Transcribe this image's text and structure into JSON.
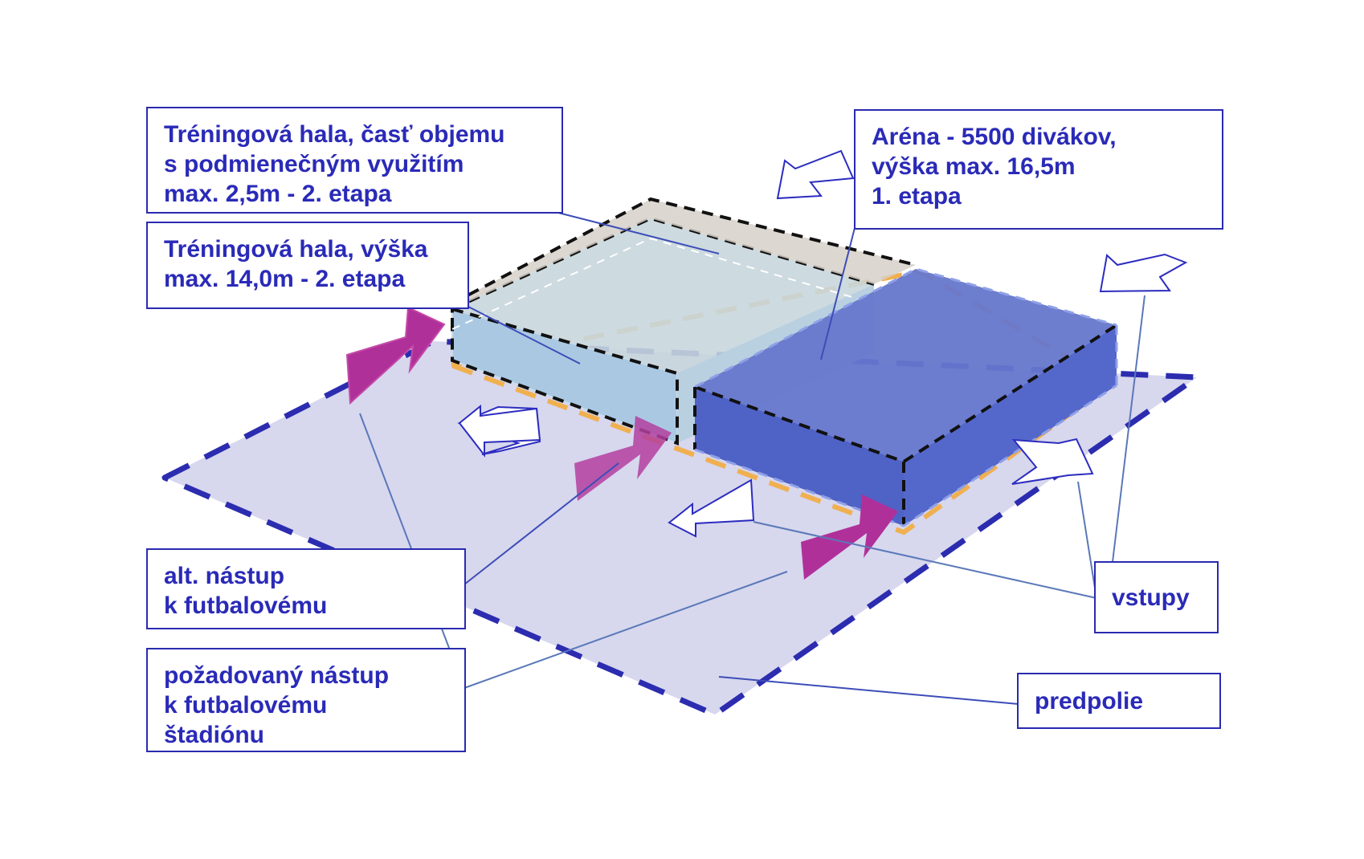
{
  "labels": {
    "training_roof": [
      "Tréningová hala, časť objemu",
      "s podmienečným využitím",
      "max. 2,5m - 2. etapa"
    ],
    "training_height": [
      "Tréningová hala, výška",
      "max. 14,0m - 2. etapa"
    ],
    "arena": [
      "Aréna - 5500 divákov,",
      "výška max. 16,5m",
      "1. etapa"
    ],
    "alt_access": [
      "alt. nástup",
      "k futbalovému"
    ],
    "required_access": [
      "požadovaný nástup",
      "k futbalovému",
      "štadiónu"
    ],
    "entrances": "vstupy",
    "forecourt": "predpolie"
  },
  "colors": {
    "label_text": "#2a2ab8",
    "label_border": "#2a2ab0",
    "forecourt_fill": "#d7d7ee",
    "forecourt_border": "#2c2cb0",
    "arena_fill": "#5566c8",
    "training_fill": "#9cc0de",
    "training_roof_fill": "#d6d0c8",
    "magenta_arrow": "#b0309a",
    "entrance_arrow_stroke": "#2c2cc0",
    "orange_dash": "#f0b050"
  },
  "icons": {
    "access_arrows": "magenta-arrow-icon",
    "entrance_arrows": "white-outline-arrow-icon"
  }
}
